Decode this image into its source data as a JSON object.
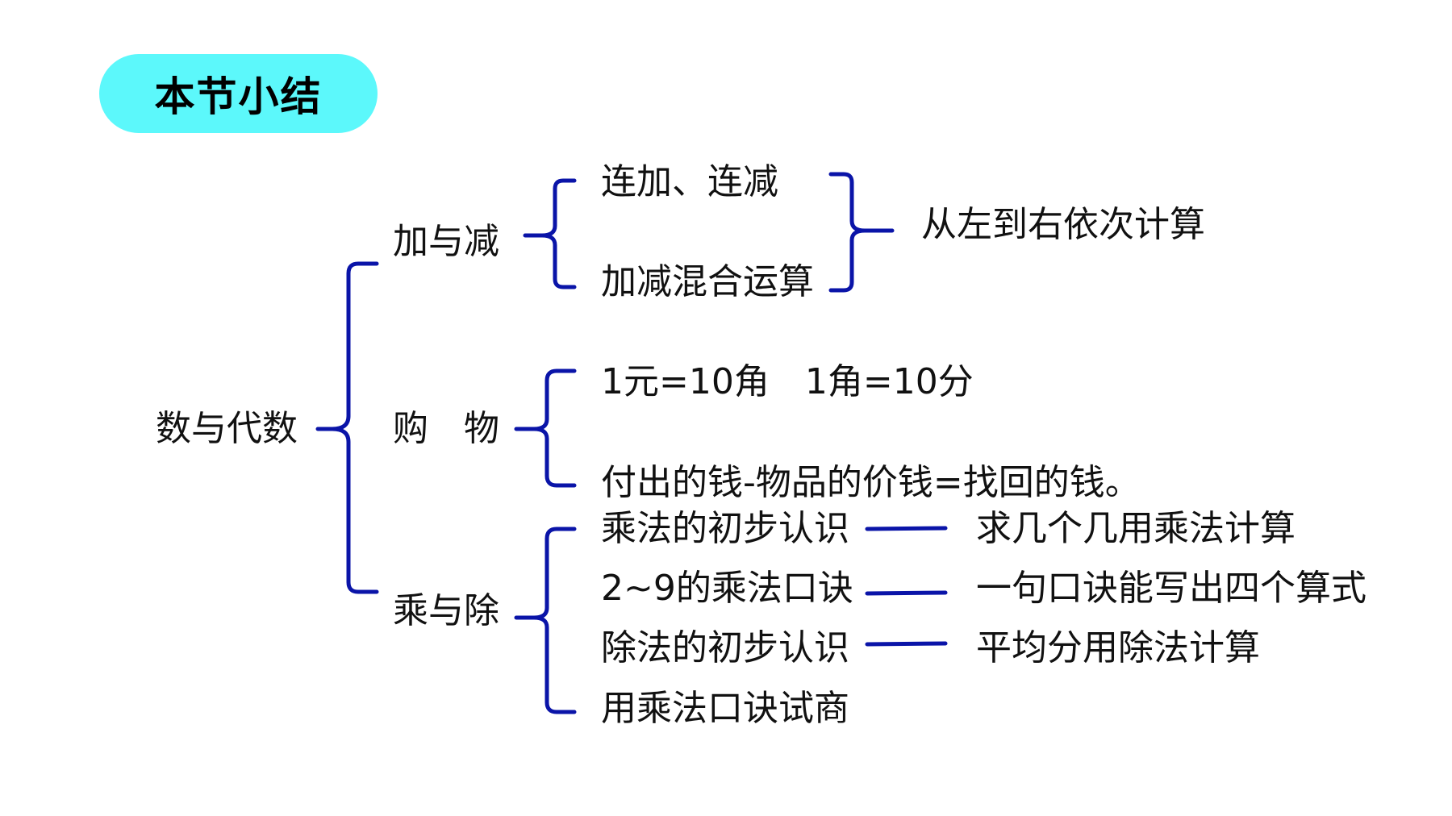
{
  "title": "本节小结",
  "colors": {
    "pill": "#5cf8fb",
    "connector": "#0a14a8",
    "text": "#111111"
  },
  "root": "数与代数",
  "branches": {
    "add_sub": {
      "label": "加与减",
      "items": [
        "连加、连减",
        "加减混合运算"
      ],
      "rule": "从左到右依次计算"
    },
    "shopping": {
      "label": "购　物",
      "items": [
        "1元=10角　1角=10分",
        "付出的钱-物品的价钱=找回的钱。"
      ]
    },
    "mul_div": {
      "label": "乘与除",
      "items": [
        "乘法的初步认识",
        "2~9的乘法口诀",
        "除法的初步认识",
        "用乘法口诀试商"
      ],
      "notes": [
        "求几个几用乘法计算",
        "一句口诀能写出四个算式",
        "平均分用除法计算"
      ]
    }
  }
}
